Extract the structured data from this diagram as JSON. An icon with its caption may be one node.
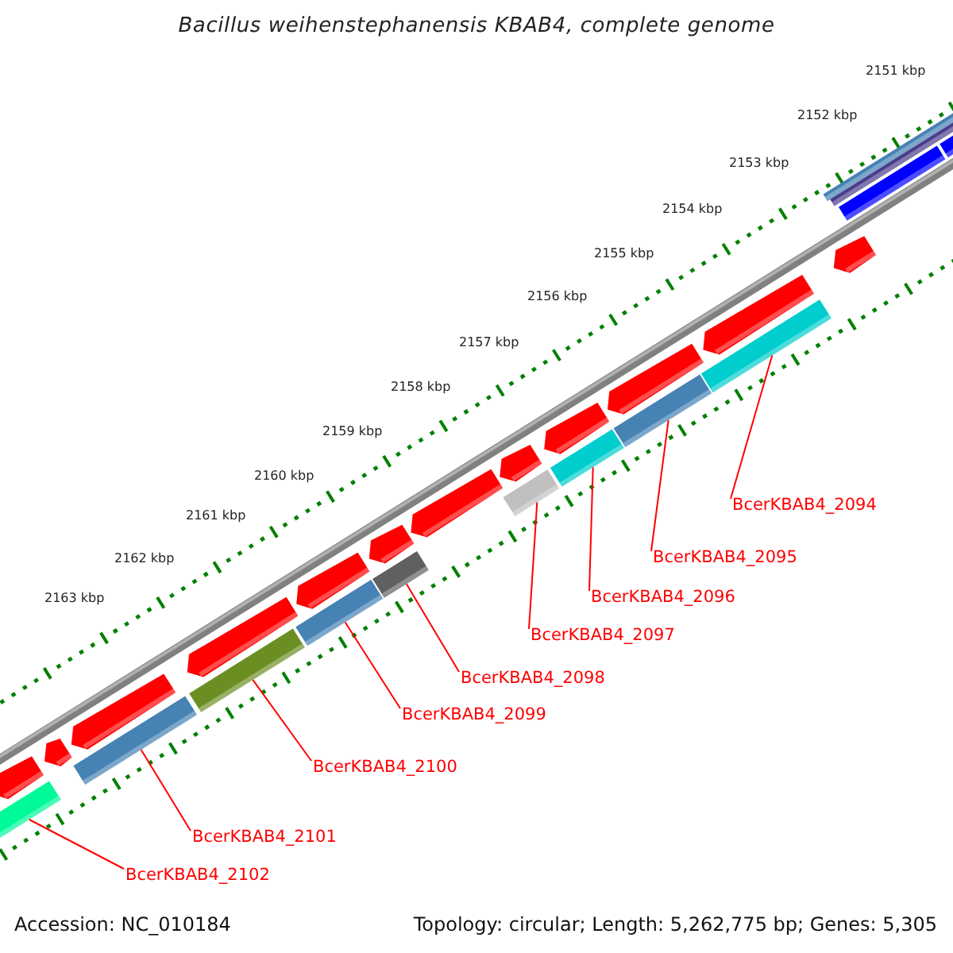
{
  "diagram": {
    "title": "Bacillus weihenstephanensis KBAB4, complete genome",
    "nodes": [
      {
        "text": [
          "BcerKBAB4_2094"
        ]
      },
      {
        "text": [
          "BcerKBAB4_2095"
        ]
      },
      {
        "text": [
          "BcerKBAB4_2096"
        ]
      },
      {
        "text": [
          "BcerKBAB4_2097"
        ]
      },
      {
        "text": [
          "BcerKBAB4_2098"
        ]
      },
      {
        "text": [
          "BcerKBAB4_2099"
        ]
      },
      {
        "text": [
          "BcerKBAB4_2100"
        ]
      },
      {
        "text": [
          "BcerKBAB4_2101"
        ]
      },
      {
        "text": [
          "BcerKBAB4_2102"
        ]
      },
      {
        "text": [],
        "shape": "bar"
      },
      {
        "text": [],
        "shape": "bar"
      },
      {
        "text": [],
        "shape": "bar"
      },
      {
        "text": [],
        "shape": "bar"
      },
      {
        "text": [],
        "shape": "bar"
      },
      {
        "text": [],
        "shape": "bar"
      },
      {
        "text": [],
        "shape": "bar"
      },
      {
        "text": [],
        "shape": "bar"
      },
      {
        "text": [],
        "shape": "bar"
      }
    ],
    "edges": [
      {
        "from": 0,
        "to": 9,
        "arrow": "none"
      },
      {
        "from": 1,
        "to": 10,
        "arrow": "none"
      },
      {
        "from": 2,
        "to": 11,
        "arrow": "none"
      },
      {
        "from": 3,
        "to": 12,
        "arrow": "none"
      },
      {
        "from": 4,
        "to": 13,
        "arrow": "none"
      },
      {
        "from": 5,
        "to": 14,
        "arrow": "none"
      },
      {
        "from": 6,
        "to": 15,
        "arrow": "none"
      },
      {
        "from": 7,
        "to": 16,
        "arrow": "none"
      },
      {
        "from": 8,
        "to": 17,
        "arrow": "none"
      }
    ],
    "labels": [
      "2151 kbp",
      "2152 kbp",
      "2153 kbp",
      "2154 kbp",
      "2155 kbp",
      "2156 kbp",
      "2157 kbp",
      "2158 kbp",
      "2159 kbp",
      "2160 kbp",
      "2161 kbp",
      "2162 kbp",
      "2163 kbp",
      "Accession: NC_010184",
      "Topology: circular; Length: 5,262,775 bp; Genes: 5,305"
    ]
  }
}
